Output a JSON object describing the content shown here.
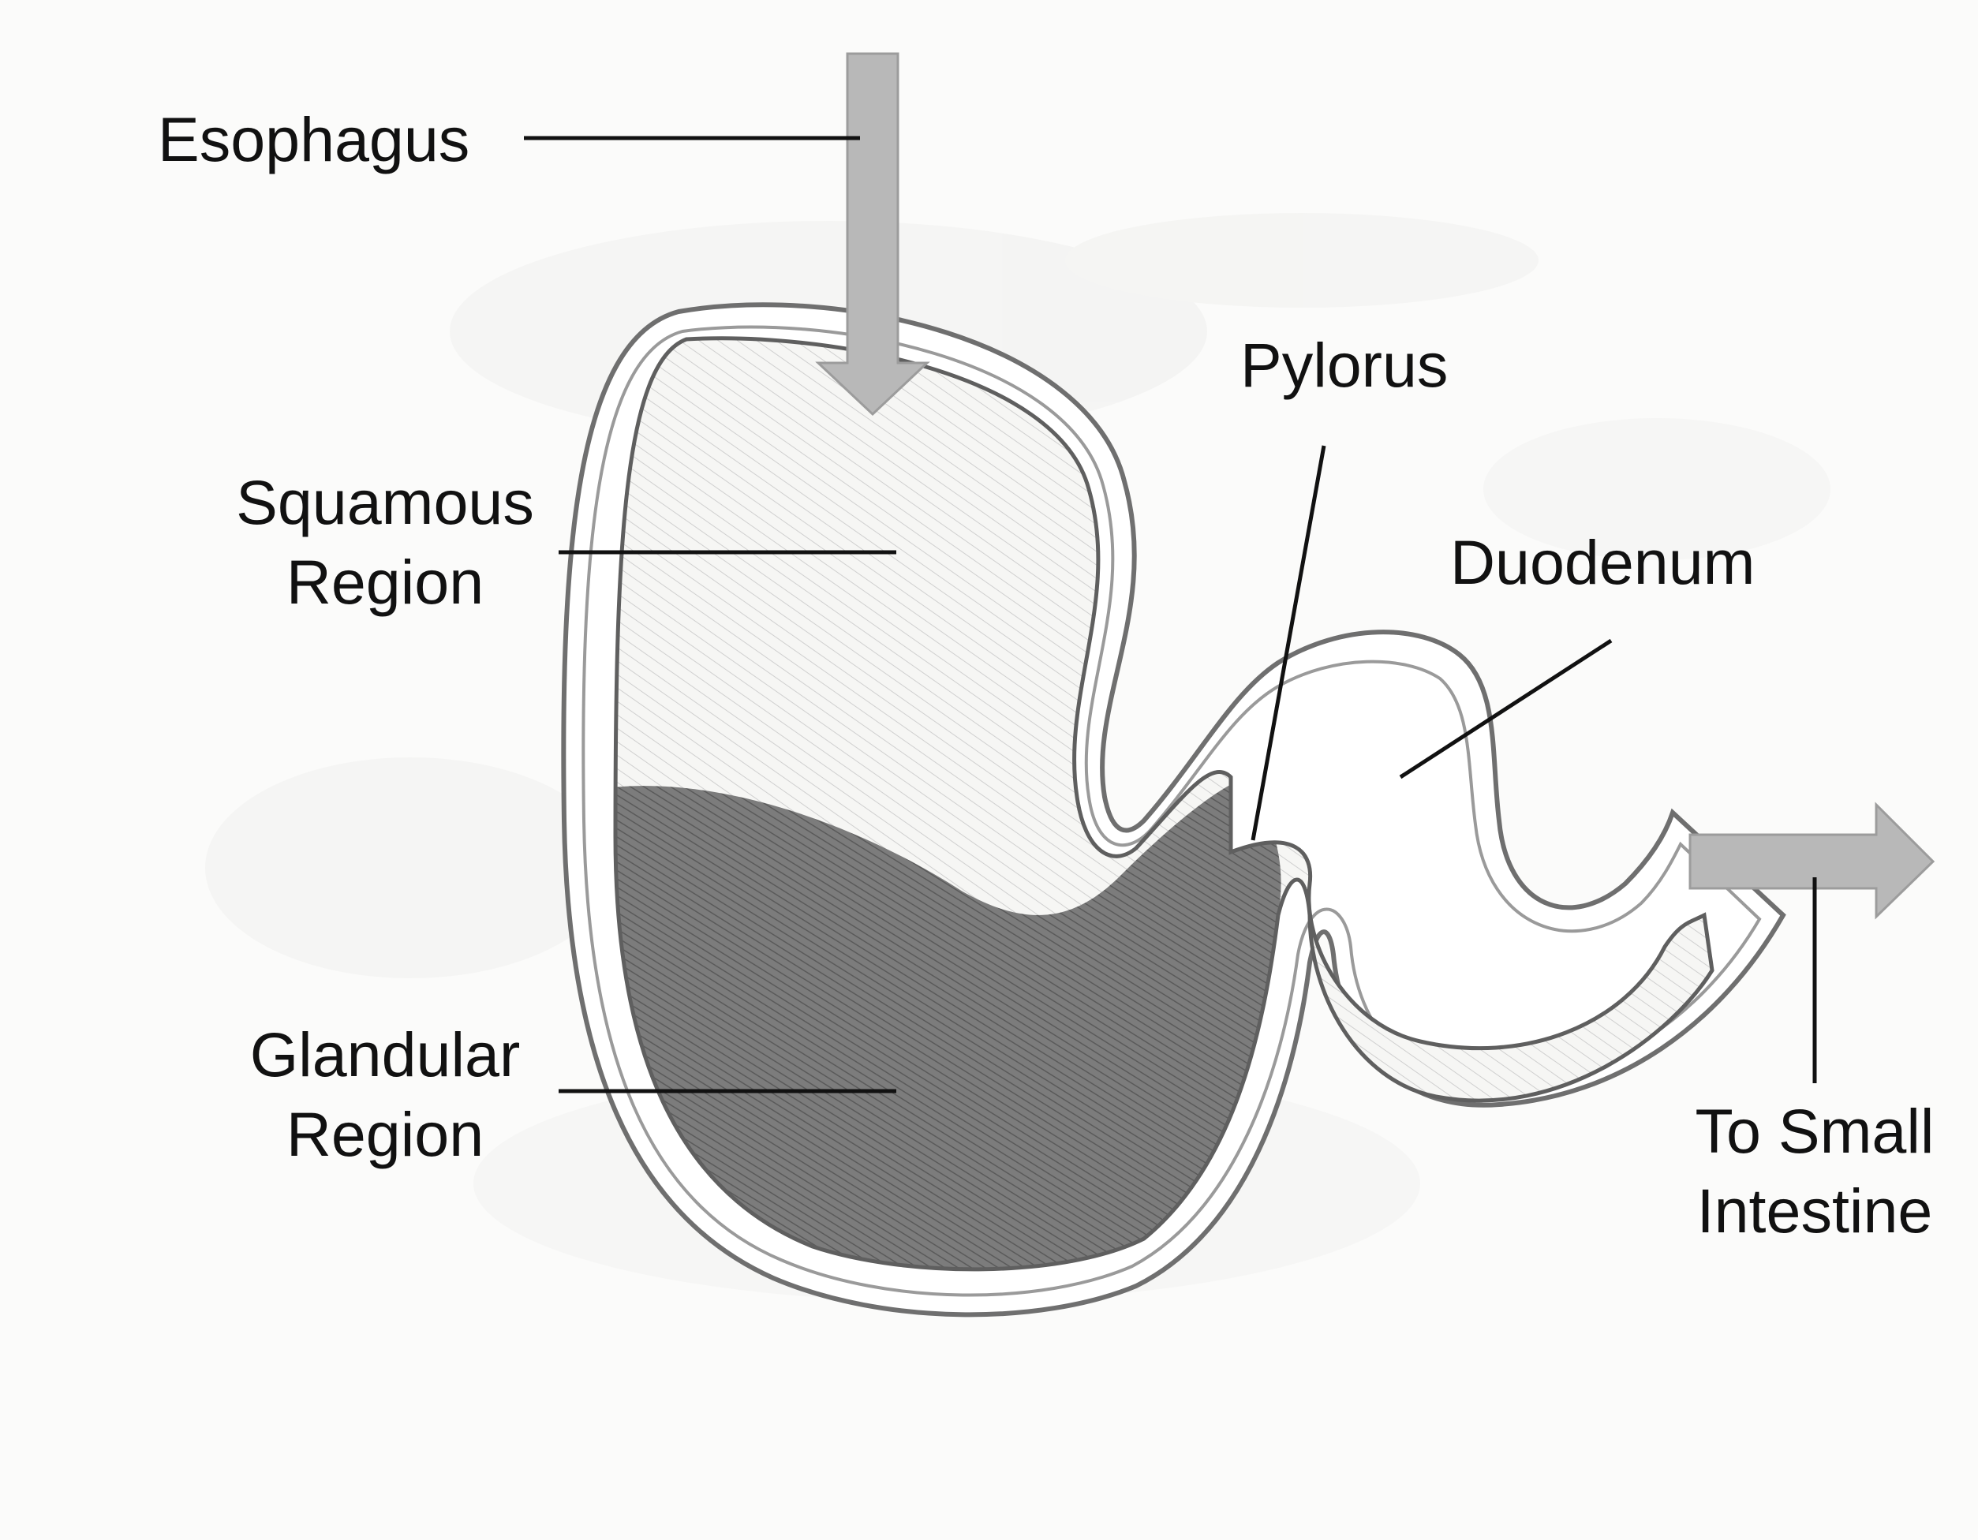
{
  "labels": {
    "esophagus": "Esophagus",
    "squamous_line1": "Squamous",
    "squamous_line2": "Region",
    "glandular_line1": "Glandular",
    "glandular_line2": "Region",
    "pylorus": "Pylorus",
    "duodenum": "Duodenum",
    "small_intestine_line1": "To Small",
    "small_intestine_line2": "Intestine"
  },
  "colors": {
    "background": "#fbfbfa",
    "arrow_fill": "#b8b8b8",
    "outline": "#6f6f6f",
    "squamous_fill": "#f4f4f2",
    "glandular_fill": "#7a7a7a",
    "leader_line": "#111111"
  }
}
